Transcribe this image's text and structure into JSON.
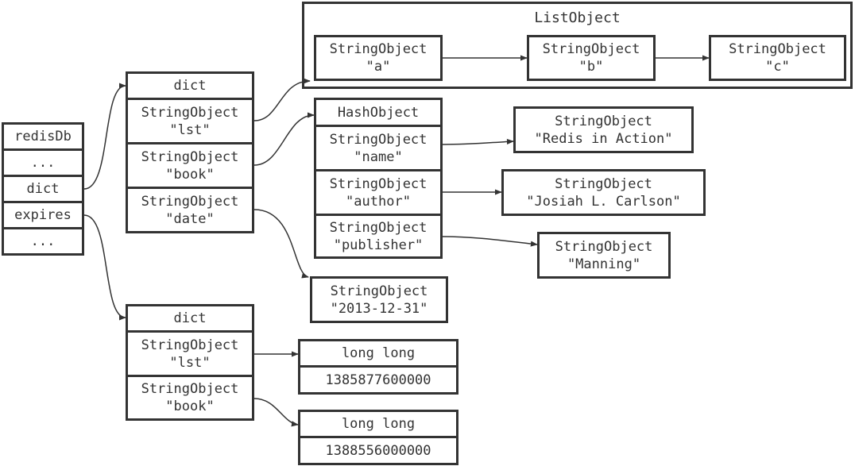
{
  "redisdb": {
    "cells": [
      "redisDb",
      "...",
      "dict",
      "expires",
      "..."
    ]
  },
  "dict_main": {
    "header": "dict",
    "entries": [
      {
        "type": "StringObject",
        "value": "\"lst\""
      },
      {
        "type": "StringObject",
        "value": "\"book\""
      },
      {
        "type": "StringObject",
        "value": "\"date\""
      }
    ]
  },
  "list_object": {
    "title": "ListObject",
    "items": [
      {
        "type": "StringObject",
        "value": "\"a\""
      },
      {
        "type": "StringObject",
        "value": "\"b\""
      },
      {
        "type": "StringObject",
        "value": "\"c\""
      }
    ]
  },
  "hash_object": {
    "header": "HashObject",
    "fields": [
      {
        "type": "StringObject",
        "value": "\"name\""
      },
      {
        "type": "StringObject",
        "value": "\"author\""
      },
      {
        "type": "StringObject",
        "value": "\"publisher\""
      }
    ],
    "values": [
      {
        "type": "StringObject",
        "value": "\"Redis in Action\""
      },
      {
        "type": "StringObject",
        "value": "\"Josiah L. Carlson\""
      },
      {
        "type": "StringObject",
        "value": "\"Manning\""
      }
    ]
  },
  "date_value": {
    "type": "StringObject",
    "value": "\"2013-12-31\""
  },
  "dict_expires": {
    "header": "dict",
    "entries": [
      {
        "type": "StringObject",
        "value": "\"lst\""
      },
      {
        "type": "StringObject",
        "value": "\"book\""
      }
    ]
  },
  "expire_values": [
    {
      "type": "long long",
      "value": "1385877600000"
    },
    {
      "type": "long long",
      "value": "1388556000000"
    }
  ]
}
